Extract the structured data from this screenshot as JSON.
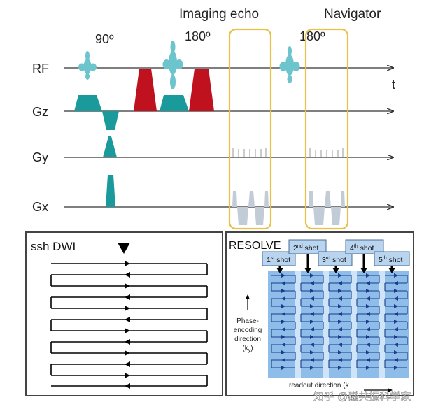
{
  "sequence": {
    "header_imaging": "Imaging echo",
    "header_navigator": "Navigator",
    "pulse_90": "90º",
    "pulse_180_a": "180º",
    "pulse_180_b": "180º",
    "time_label": "t",
    "rows": [
      "RF",
      "Gz",
      "Gy",
      "Gx"
    ]
  },
  "ssh": {
    "title": "ssh DWI"
  },
  "resolve": {
    "title": "RESOLVE",
    "shots": [
      {
        "num": "1",
        "sup": "st",
        "word": " shot"
      },
      {
        "num": "2",
        "sup": "nd",
        "word": " shot"
      },
      {
        "num": "3",
        "sup": "rd",
        "word": " shot"
      },
      {
        "num": "4",
        "sup": "th",
        "word": " shot"
      },
      {
        "num": "5",
        "sup": "th",
        "word": " shot"
      }
    ],
    "phase_label_1": "Phase-",
    "phase_label_2": "encoding",
    "phase_label_3": "direction",
    "phase_label_4": "(k",
    "phase_label_sub": "y",
    "phase_label_5": ")",
    "readout_label": "readout direction (k"
  },
  "watermark": "知乎 @磁共振科学家",
  "colors": {
    "teal": "#1a9a9a",
    "red": "#c0111f",
    "rf": "#6cc4cc",
    "gold": "#e8c14a",
    "gray_lobe": "#c2ccd6",
    "shot_box": "#b8d4ee",
    "kspace": "#8fbdea",
    "traj": "#1a3c8c"
  }
}
